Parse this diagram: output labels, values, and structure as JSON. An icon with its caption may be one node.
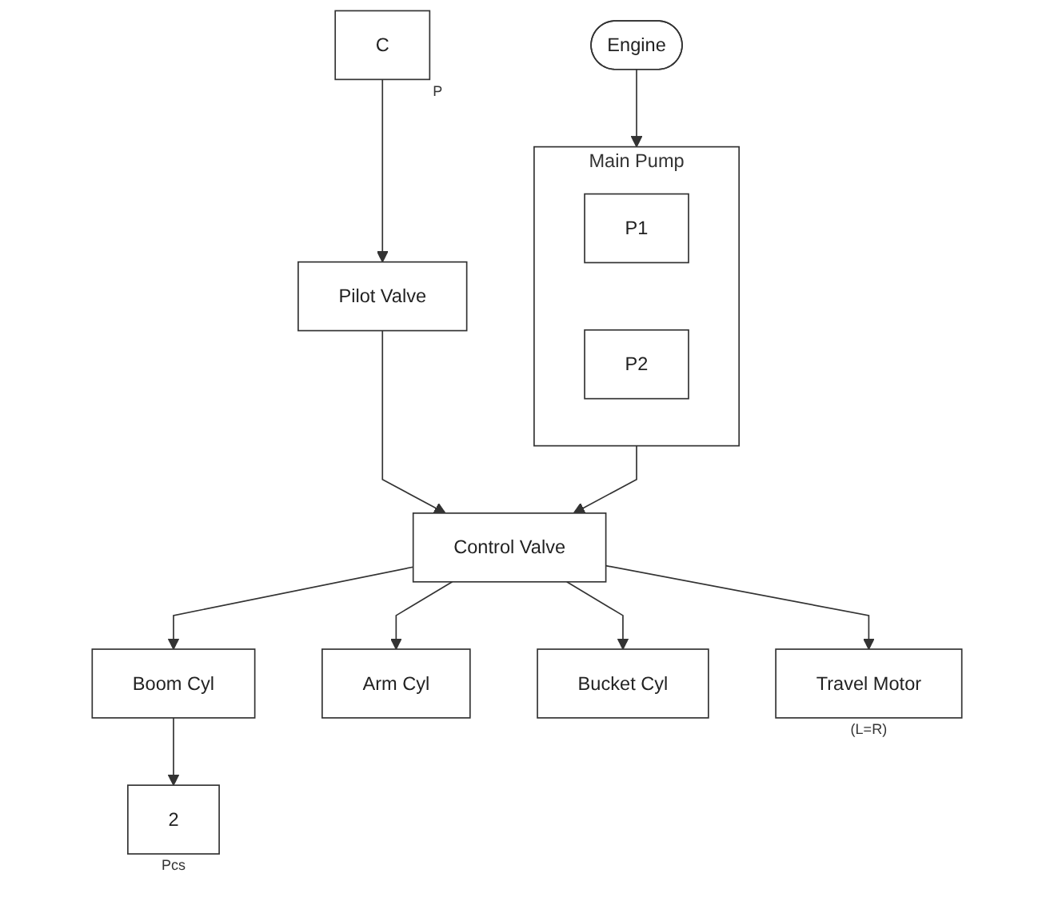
{
  "diagram": {
    "nodes": [
      {
        "text": [
          "Engine"
        ]
      },
      {
        "text": [
          "Main Pump"
        ]
      },
      {
        "text": [
          "P1"
        ],
        "in": 1
      },
      {
        "text": [
          "P2"
        ],
        "in": 1
      },
      {
        "text": [
          "C"
        ],
        "beside": [
          "P"
        ]
      },
      {
        "text": [
          "Pilot Valve"
        ]
      },
      {
        "text": [
          "Control Valve"
        ]
      },
      {
        "text": [
          "Boom Cyl"
        ]
      },
      {
        "text": [
          "Arm Cyl"
        ]
      },
      {
        "text": [
          "Bucket Cyl"
        ]
      },
      {
        "text": [
          "Travel Motor"
        ],
        "beside": [
          "(L=R)"
        ]
      },
      {
        "text": [
          "2"
        ],
        "beside": [
          "Pcs"
        ]
      }
    ],
    "edges": [
      {
        "from": 0,
        "to": 1,
        "arrow": "to"
      },
      {
        "from": 4,
        "to": 5,
        "arrow": "to"
      },
      {
        "from": 1,
        "to": 6,
        "arrow": "to"
      },
      {
        "from": 5,
        "to": 6,
        "arrow": "to"
      },
      {
        "from": 6,
        "to": 7,
        "arrow": "to"
      },
      {
        "from": 6,
        "to": 8,
        "arrow": "to"
      },
      {
        "from": 6,
        "to": 9,
        "arrow": "to"
      },
      {
        "from": 6,
        "to": 10,
        "arrow": "to"
      },
      {
        "from": 7,
        "to": 11,
        "arrow": "to"
      }
    ]
  }
}
